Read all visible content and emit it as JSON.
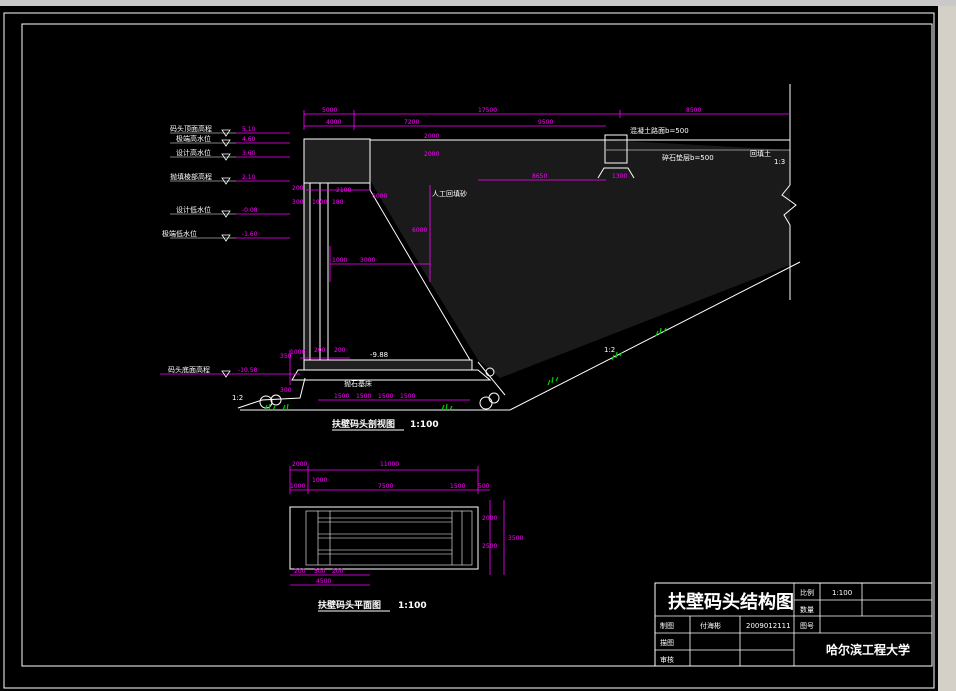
{
  "drawing": {
    "section_title": "扶壁码头剖视图",
    "section_scale": "1:100",
    "plan_title": "扶壁码头平面图",
    "plan_scale": "1:100"
  },
  "elevations": [
    {
      "label": "码头顶面高程",
      "value": "5.10"
    },
    {
      "label": "极端高水位",
      "value": "4.60"
    },
    {
      "label": "设计高水位",
      "value": "3.60"
    },
    {
      "label": "抛填棱部高程",
      "value": "2.10"
    },
    {
      "label": "设计低水位",
      "value": "-0.08"
    },
    {
      "label": "极端低水位",
      "value": "-1.60"
    },
    {
      "label": "码头底面高程",
      "value": "-10.58"
    }
  ],
  "section_dims": {
    "top": [
      "5000",
      "17500",
      "8500"
    ],
    "second": [
      "4000",
      "7200",
      "9500"
    ],
    "mid": [
      "8650",
      "1300"
    ],
    "left_small": [
      "2100",
      "200",
      "300",
      "1000",
      "180"
    ],
    "inner": [
      "1000",
      "3000",
      "6000"
    ],
    "vert": [
      "2000",
      "2000"
    ],
    "bottom_top": [
      "1000",
      "200",
      "200"
    ],
    "bottom": [
      "1500",
      "1500",
      "1500",
      "1500"
    ],
    "left_vert": [
      "350",
      "300"
    ],
    "water_mark": "-9.88"
  },
  "section_labels": {
    "pavement": "混凝土路面b=500",
    "gravel": "碎石垫层b=500",
    "backfill": "回填土",
    "sand": "人工回填砂",
    "riprap": "抛石基床",
    "slope_left": "1:2",
    "slope_right": "1:2",
    "slope_top": "1:3"
  },
  "plan_dims": {
    "top": [
      "2000",
      "11000"
    ],
    "second": [
      "1000",
      "1000",
      "7500",
      "1500",
      "500"
    ],
    "right": [
      "2000",
      "2500",
      "3500"
    ],
    "bottom": [
      "200",
      "500",
      "200",
      "4500"
    ]
  },
  "title_block": {
    "title": "扶壁码头结构图",
    "scale_label": "比例",
    "scale_value": "1:100",
    "qty_label": "数量",
    "ref_label": "图号",
    "drawn_label": "制图",
    "drawn_name": "付海彬",
    "drawn_id": "2009012111",
    "draw_label": "描图",
    "review_label": "审核",
    "school": "哈尔滨工程大学"
  }
}
